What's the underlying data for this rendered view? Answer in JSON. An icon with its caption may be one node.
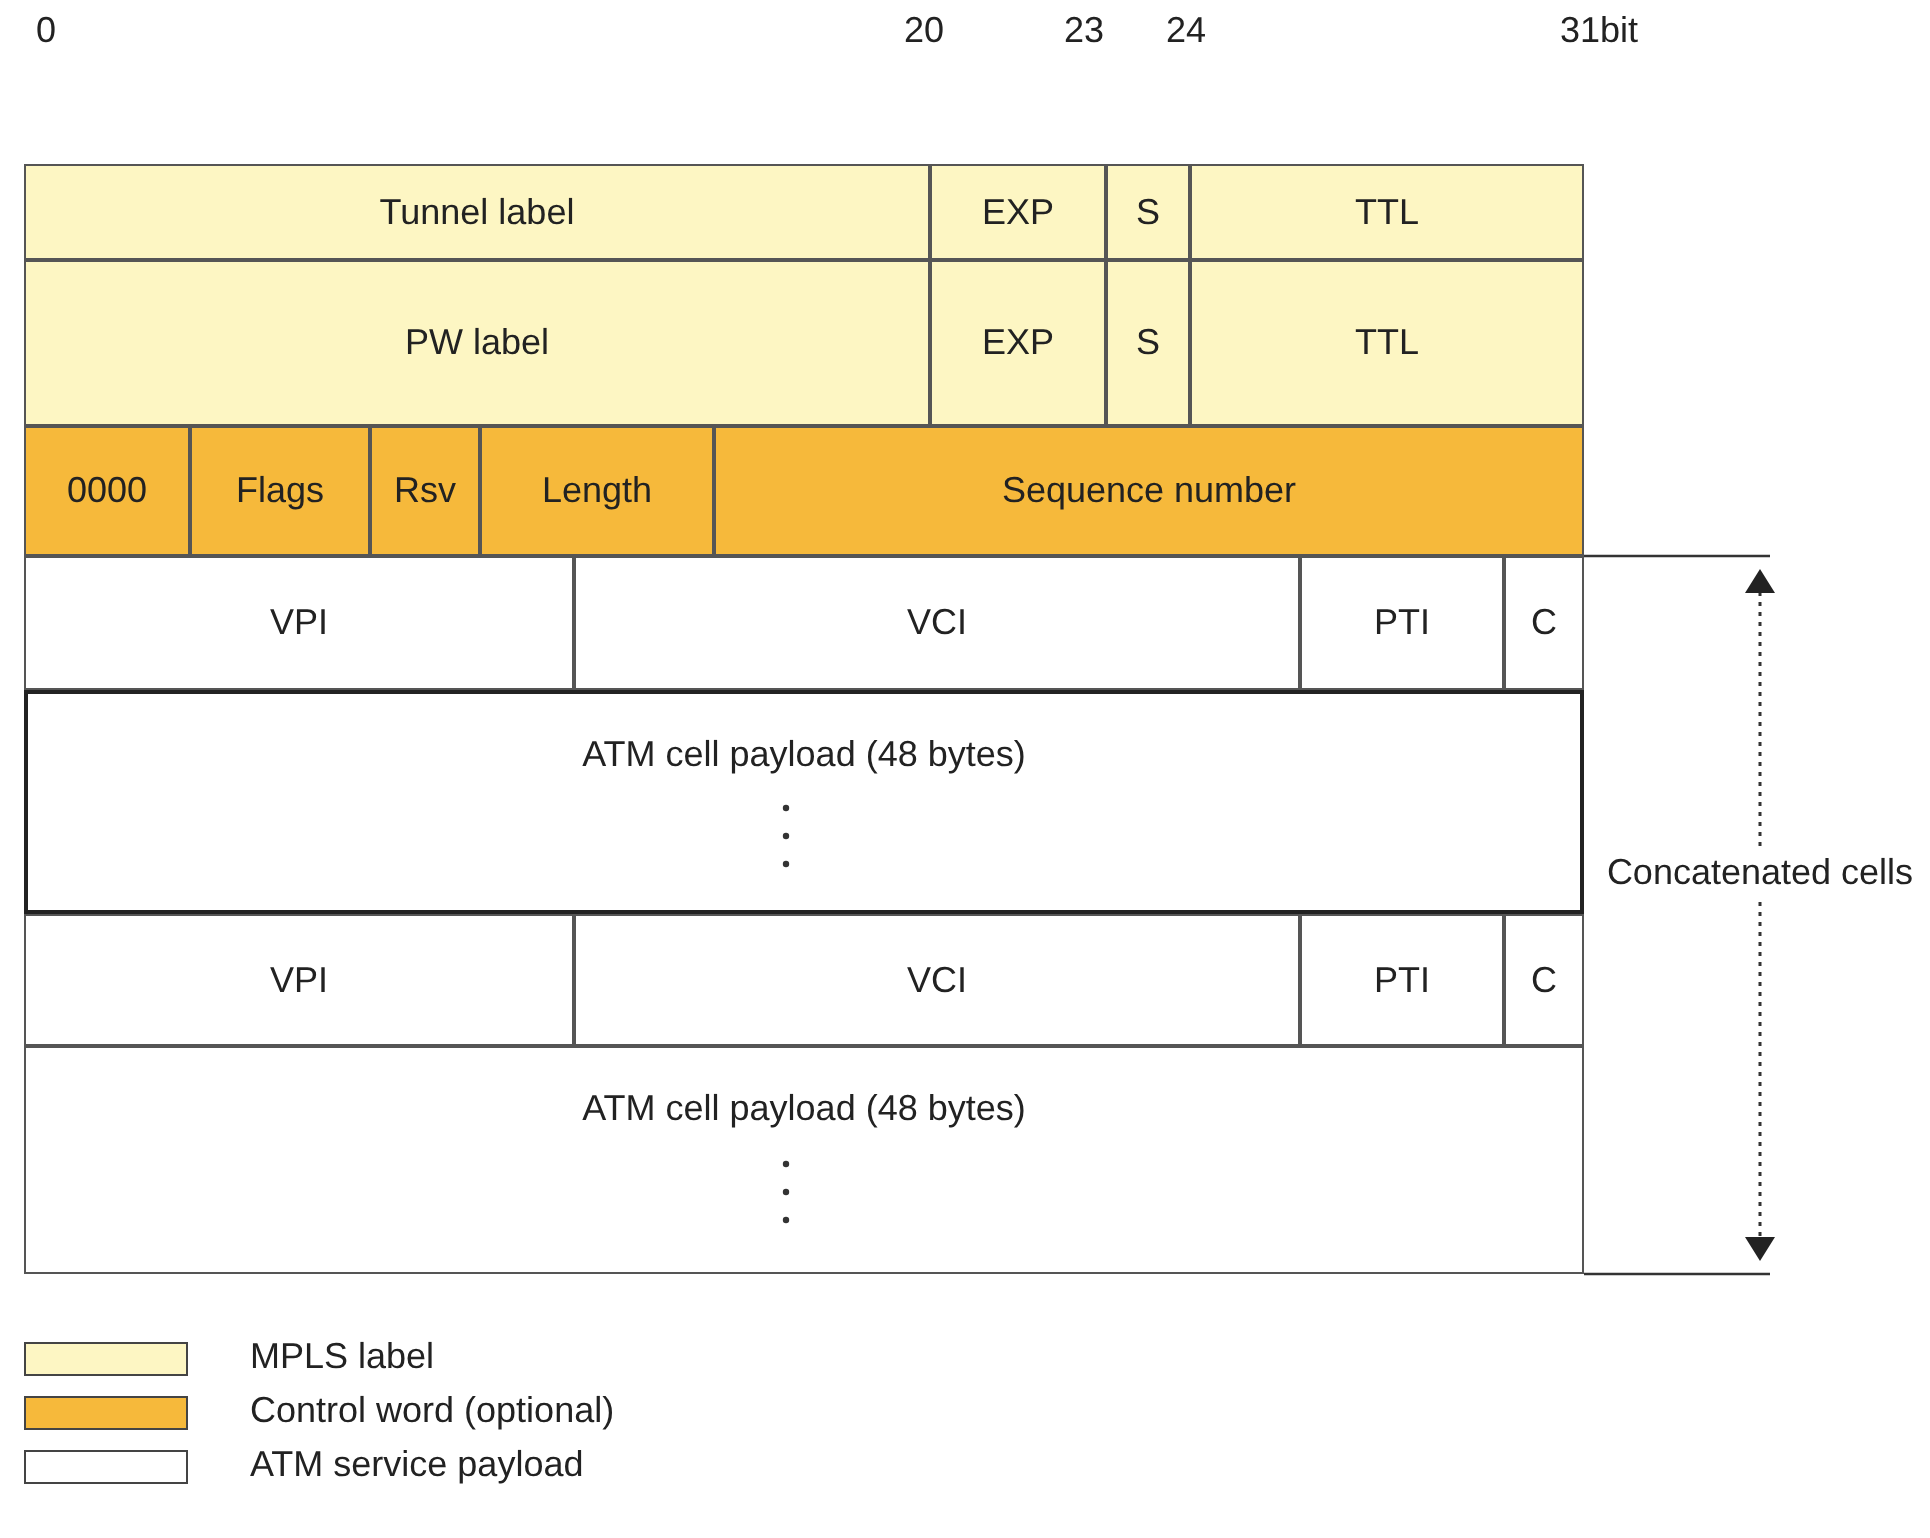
{
  "diagram": {
    "nodes": [
      {
        "text": [
          "Tunnel label"
        ]
      },
      {
        "text": [
          "EXP"
        ]
      },
      {
        "text": [
          "S"
        ]
      },
      {
        "text": [
          "TTL"
        ]
      },
      {
        "text": [
          "PW label"
        ]
      },
      {
        "text": [
          "EXP"
        ]
      },
      {
        "text": [
          "S"
        ]
      },
      {
        "text": [
          "TTL"
        ]
      },
      {
        "text": [
          "0000"
        ]
      },
      {
        "text": [
          "Flags"
        ]
      },
      {
        "text": [
          "Rsv"
        ]
      },
      {
        "text": [
          "Length"
        ]
      },
      {
        "text": [
          "Sequence number"
        ]
      },
      {
        "text": [
          "VPI"
        ]
      },
      {
        "text": [
          "VCI"
        ]
      },
      {
        "text": [
          "PTI"
        ]
      },
      {
        "text": [
          "C"
        ]
      },
      {
        "text": [
          "ATM cell payload (48 bytes)"
        ]
      },
      {
        "text": [
          "VPI"
        ]
      },
      {
        "text": [
          "VCI"
        ]
      },
      {
        "text": [
          "PTI"
        ]
      },
      {
        "text": [
          "C"
        ]
      },
      {
        "text": [
          "ATM cell payload (48 bytes)"
        ]
      }
    ],
    "edges": [],
    "labels": [
      "0",
      "20",
      "23",
      "24",
      "31bit",
      "Concatenated cells"
    ],
    "legend": [
      {
        "text": "MPLS label",
        "color": "#fdf6c3"
      },
      {
        "text": "Control word (optional)",
        "color": "#f6b93b"
      },
      {
        "text": "ATM service payload",
        "color": "#ffffff"
      }
    ]
  }
}
